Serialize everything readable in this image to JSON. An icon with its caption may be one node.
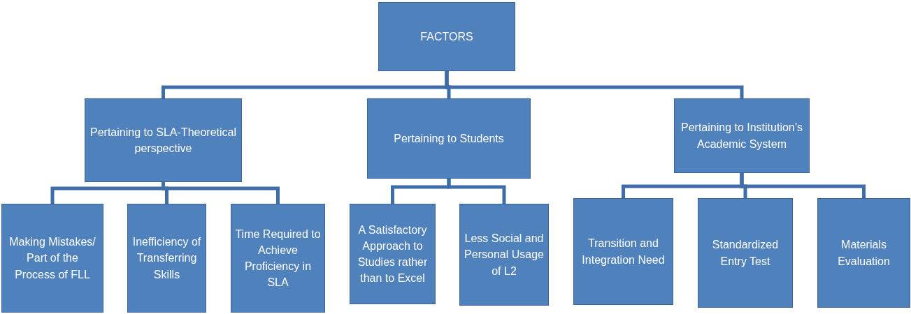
{
  "diagram": {
    "nodes": [
      {
        "text": [
          "FACTORS"
        ]
      },
      {
        "text": [
          "Pertaining to SLA-Theoretical perspective"
        ]
      },
      {
        "text": [
          "Pertaining to Students"
        ]
      },
      {
        "text": [
          "Pertaining to Institution’s Academic System"
        ]
      },
      {
        "text": [
          "Making Mistakes/ Part of the Process of FLL"
        ]
      },
      {
        "text": [
          "Inefficiency of Transferring Skills"
        ]
      },
      {
        "text": [
          "Time Required to Achieve Proficiency in SLA"
        ]
      },
      {
        "text": [
          "A Satisfactory Approach to Studies rather than to Excel"
        ]
      },
      {
        "text": [
          "Less Social and Personal Usage of L2"
        ]
      },
      {
        "text": [
          "Transition and Integration Need"
        ]
      },
      {
        "text": [
          "Standardized Entry Test"
        ]
      },
      {
        "text": [
          "Materials Evaluation"
        ]
      }
    ],
    "edges": [
      {
        "from": 0,
        "to": 1,
        "arrow": "none"
      },
      {
        "from": 0,
        "to": 2,
        "arrow": "none"
      },
      {
        "from": 0,
        "to": 3,
        "arrow": "none"
      },
      {
        "from": 1,
        "to": 4,
        "arrow": "none"
      },
      {
        "from": 1,
        "to": 5,
        "arrow": "none"
      },
      {
        "from": 1,
        "to": 6,
        "arrow": "none"
      },
      {
        "from": 2,
        "to": 7,
        "arrow": "none"
      },
      {
        "from": 2,
        "to": 8,
        "arrow": "none"
      },
      {
        "from": 3,
        "to": 9,
        "arrow": "none"
      },
      {
        "from": 3,
        "to": 10,
        "arrow": "none"
      },
      {
        "from": 3,
        "to": 11,
        "arrow": "none"
      }
    ]
  }
}
